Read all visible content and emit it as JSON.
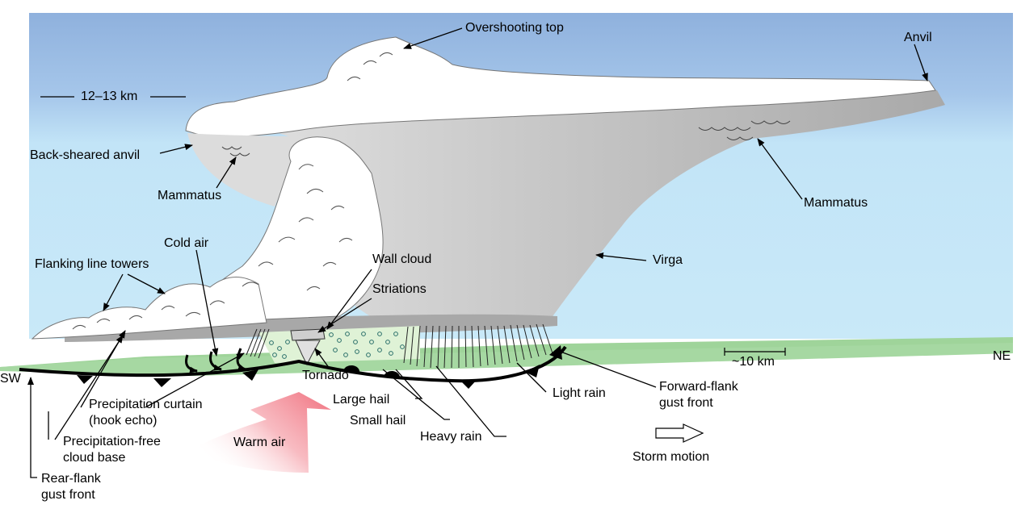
{
  "labels": {
    "overshooting_top": "Overshooting top",
    "anvil": "Anvil",
    "altitude": "12–13 km",
    "back_sheared_anvil": "Back-sheared anvil",
    "mammatus_left": "Mammatus",
    "mammatus_right": "Mammatus",
    "cold_air": "Cold air",
    "flanking_line_towers": "Flanking line towers",
    "wall_cloud": "Wall cloud",
    "striations": "Striations",
    "virga": "Virga",
    "tornado": "Tornado",
    "distance_scale": "~10 km",
    "ne": "NE",
    "sw": "SW",
    "large_hail": "Large hail",
    "small_hail": "Small hail",
    "heavy_rain": "Heavy rain",
    "light_rain": "Light rain",
    "forward_flank_1": "Forward-flank",
    "forward_flank_2": "gust front",
    "precip_curtain_1": "Precipitation curtain",
    "precip_curtain_2": "(hook echo)",
    "precip_free_1": "Precipitation-free",
    "precip_free_2": "cloud base",
    "rear_flank_1": "Rear-flank",
    "rear_flank_2": "gust front",
    "warm_air": "Warm air",
    "storm_motion": "Storm motion"
  },
  "colors": {
    "sky_top": "#8fb3e0",
    "sky_bottom": "#c8e8f8",
    "cloud_white": "#ffffff",
    "cloud_gray": "#b7b7b7",
    "ground_green": "#9fd49a",
    "warm_air": "#f07a86",
    "precip_green": "#d7efce",
    "line": "#000000"
  }
}
